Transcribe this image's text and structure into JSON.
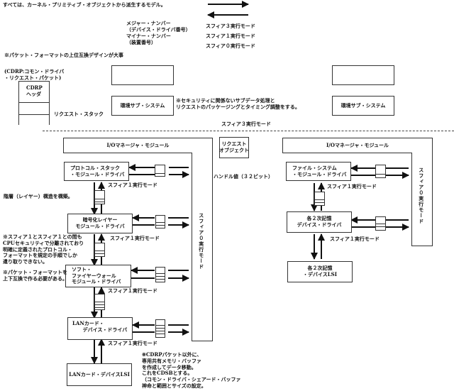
{
  "header": {
    "title": "すべては、カーネル・プリミティブ・オブジェクトから派生するモデル。",
    "note_packet": "※パケット・フォーマットの上位互換デザインが大事"
  },
  "legend": {
    "major_number": "メジャー・ナンバー\n（デバイス・ドライバ番号）",
    "minor_number": "マイナー・ナンバー\n（装置番号）",
    "sphere3": "スフィア３実行モード",
    "sphere1": "スフィア１実行モード",
    "sphere0": "スフィア０実行モード"
  },
  "cdrp": {
    "caption": "(CDRP:コモン・ドライバ\n・リクエスト・パケット)",
    "header_label": "CDRP\nヘッダ",
    "stack_label": "リクエスト・スタック"
  },
  "top": {
    "env_subsystem_left": "環境サブ・システム",
    "env_subsystem_right": "環境サブ・システム",
    "security_note": "※セキュリティに関係ないサブデータ処理と\nリクエストのパッケージングとタイミング調整をする。",
    "sphere3_label": "スフィア３実行モード"
  },
  "left_io": {
    "title": "I/Oマネージャ・モジュール",
    "vertical_label": "スフィア０実行モード",
    "drivers": [
      {
        "label": "プロトコル・スタック\n・モジュール・ドライバ",
        "mode": "スフィア１実行モード"
      },
      {
        "label": "暗号化レイヤー\nモジュール・ドライバ",
        "mode": "スフィア１実行モード"
      },
      {
        "label": "ソフト・\nファイヤーウォール\nモジュール・ドライバ",
        "mode": "スフィア１実行モード"
      },
      {
        "label": "LANカード・\n      デバイス・ドライバ",
        "mode": "スフィア１実行モード"
      }
    ],
    "lsi": "LANカード・デバイスLSI"
  },
  "center": {
    "request_object": "リクエスト\nオブジェクト",
    "handle": "ハンドル値（３２ビット）"
  },
  "right_io": {
    "title": "I/Oマネージャ・モジュール",
    "vertical_label": "スフィア０実行モード",
    "drivers": [
      {
        "label": "ファイル・システム\n・モジュール・ドライバ",
        "mode": "スフィア１実行モード"
      },
      {
        "label": "各２次記憶\nデバイス・ドライバ",
        "mode": "スフィア１実行モード"
      }
    ],
    "lsi": "各２次記憶\n・デバイスLSI"
  },
  "notes": {
    "layered": "階層（レイヤー）構造を構築。",
    "sphere_comm": "※スフィア１とスフィア１との間も\nCPUセキュリティで分離されており\n明確に定義されたプロトコル・\nフォーマットを規定の手順でしか\n遣り取りできない。",
    "packet_format": "※パケット・フォーマットを\n上下互換で作る必要がある。",
    "cdsb": "※CDRPパケット以外に、\n専用共有メモリ・バッファ\nを作成してデータ移動。\nこれをCDSBとする。\n（コモン・ドライバ・シェアード・バッファ\n神命と範囲とサイズの設定。"
  }
}
